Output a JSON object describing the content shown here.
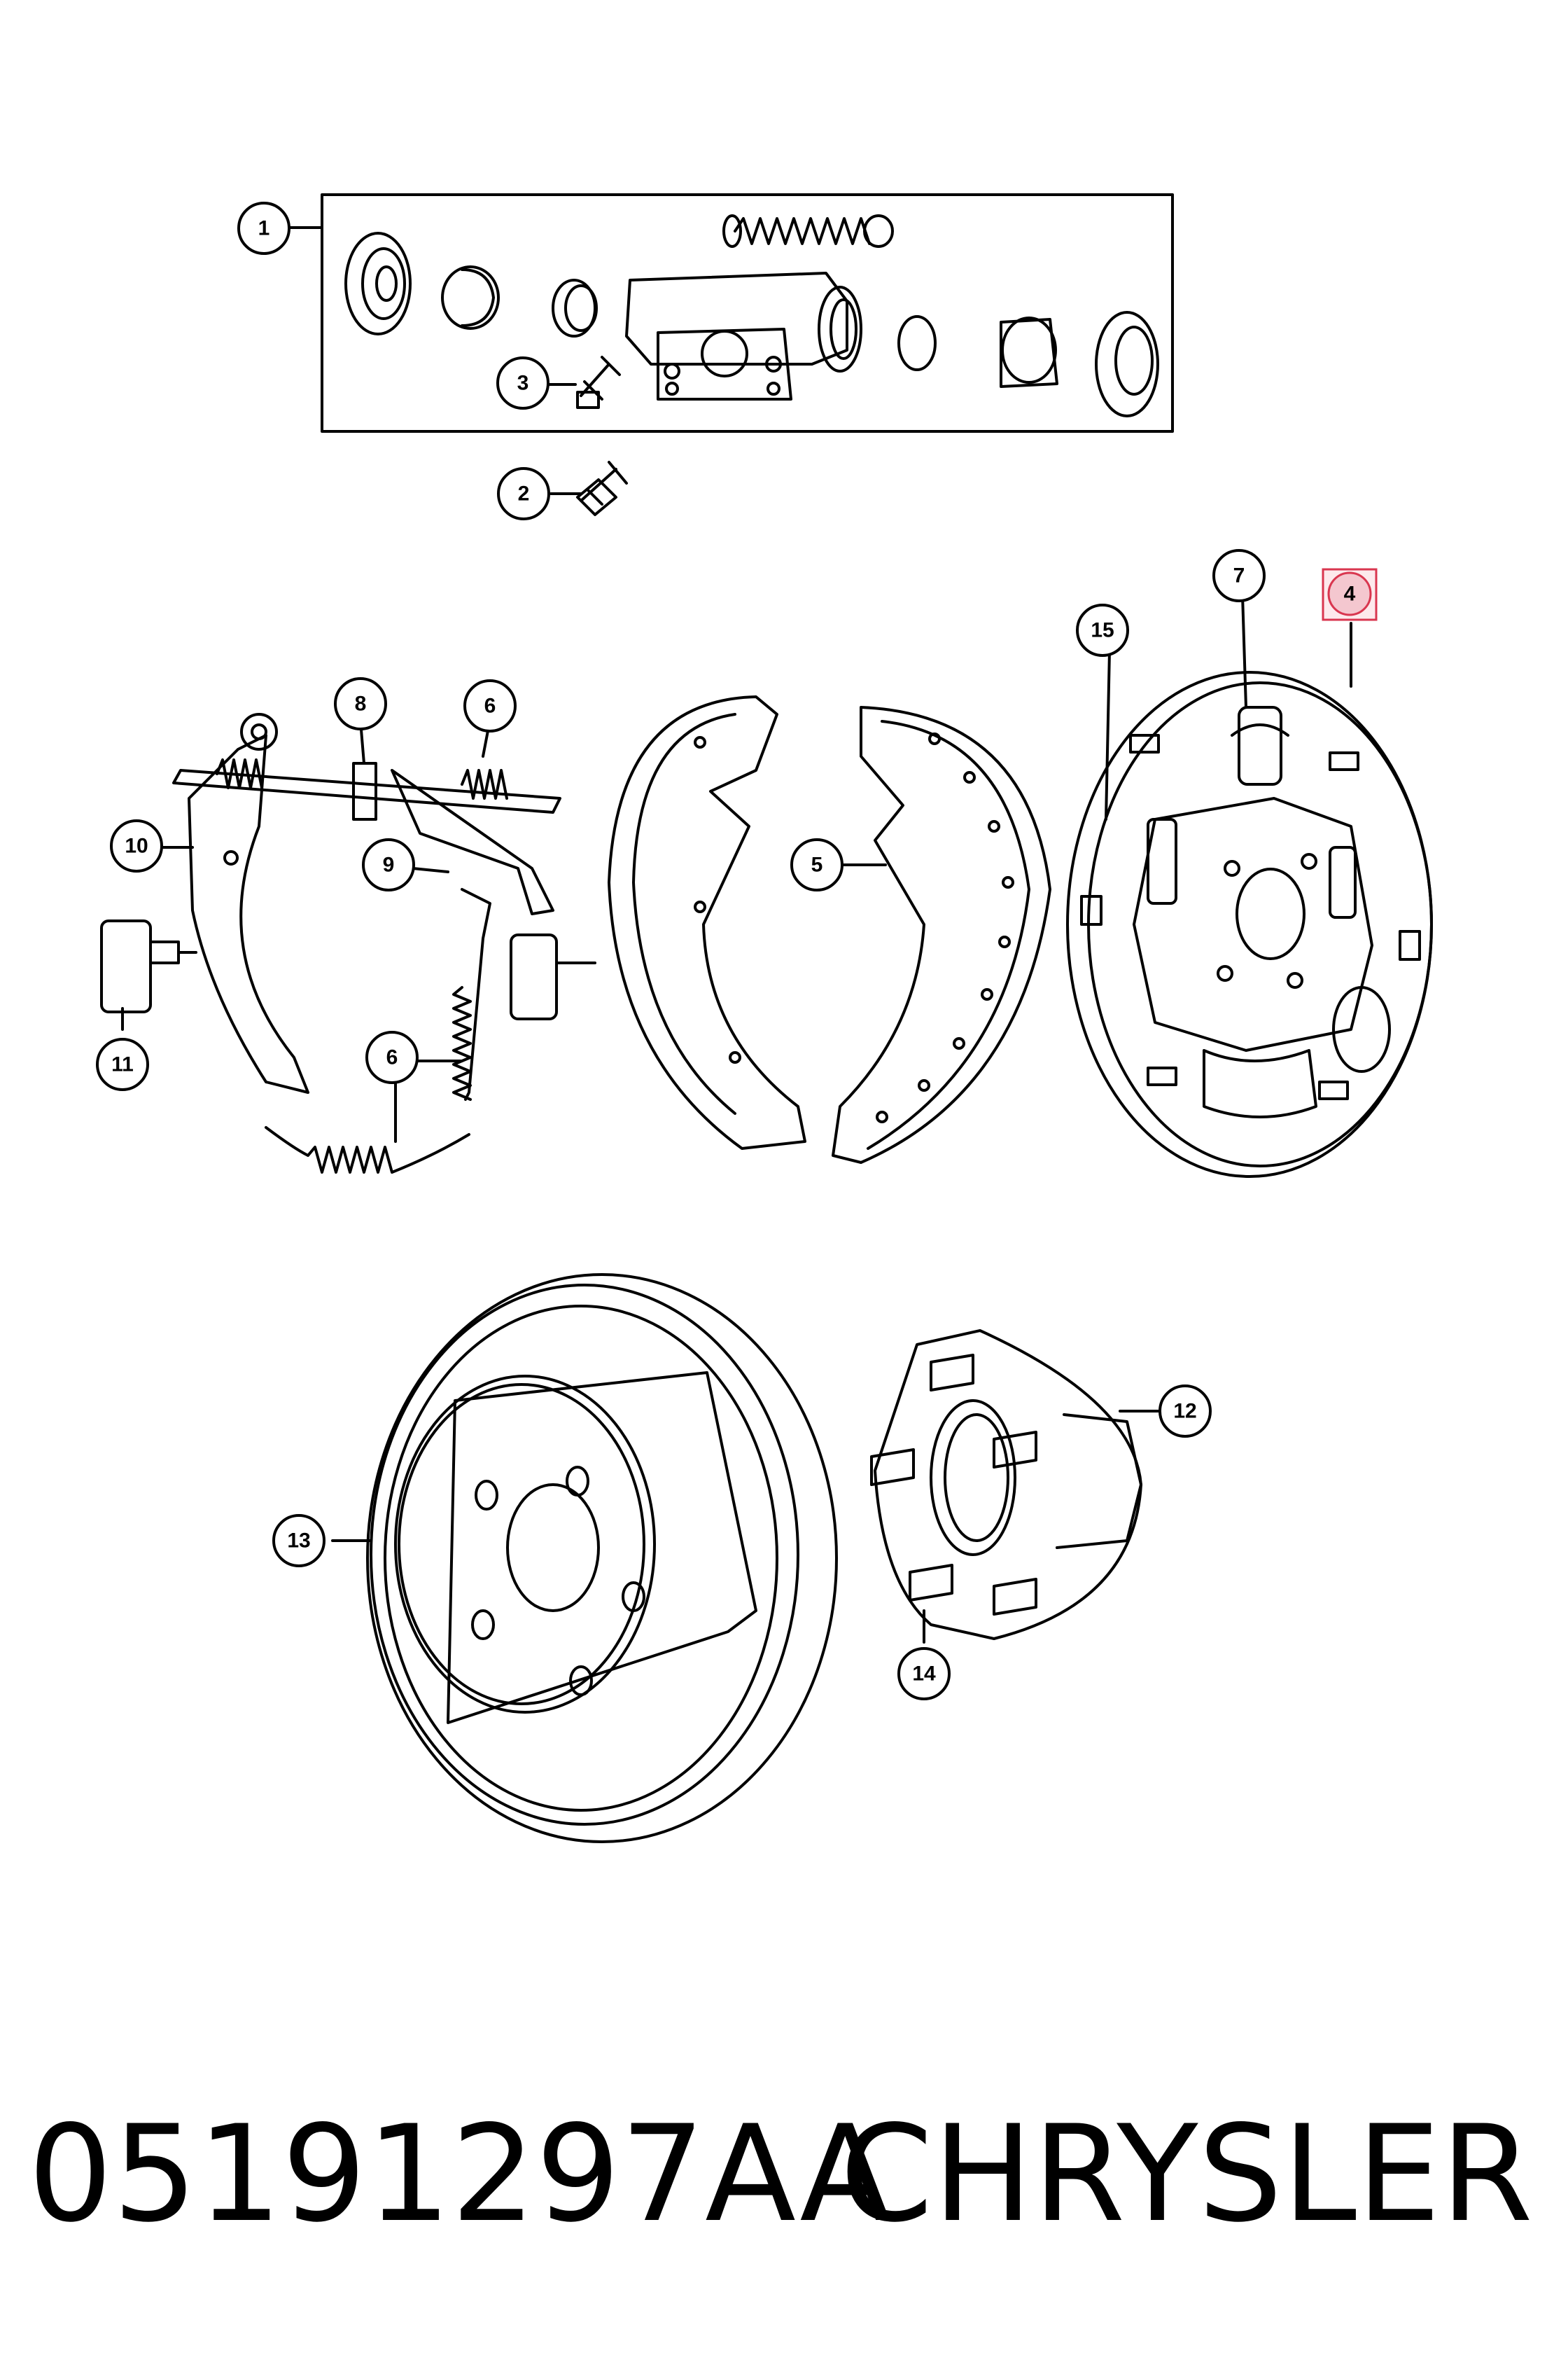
{
  "callouts": {
    "c1": "1",
    "c2": "2",
    "c3": "3",
    "c4": "4",
    "c5": "5",
    "c6a": "6",
    "c6b": "6",
    "c7": "7",
    "c8": "8",
    "c9": "9",
    "c10": "10",
    "c11": "11",
    "c12": "12",
    "c13": "13",
    "c14": "14",
    "c15": "15"
  },
  "footer": {
    "part_number": "05191297AA",
    "brand": "CHRYSLER"
  },
  "colors": {
    "line": "#000000",
    "highlight_fill": "#f4c7cf",
    "highlight_stroke": "#d9364f"
  }
}
